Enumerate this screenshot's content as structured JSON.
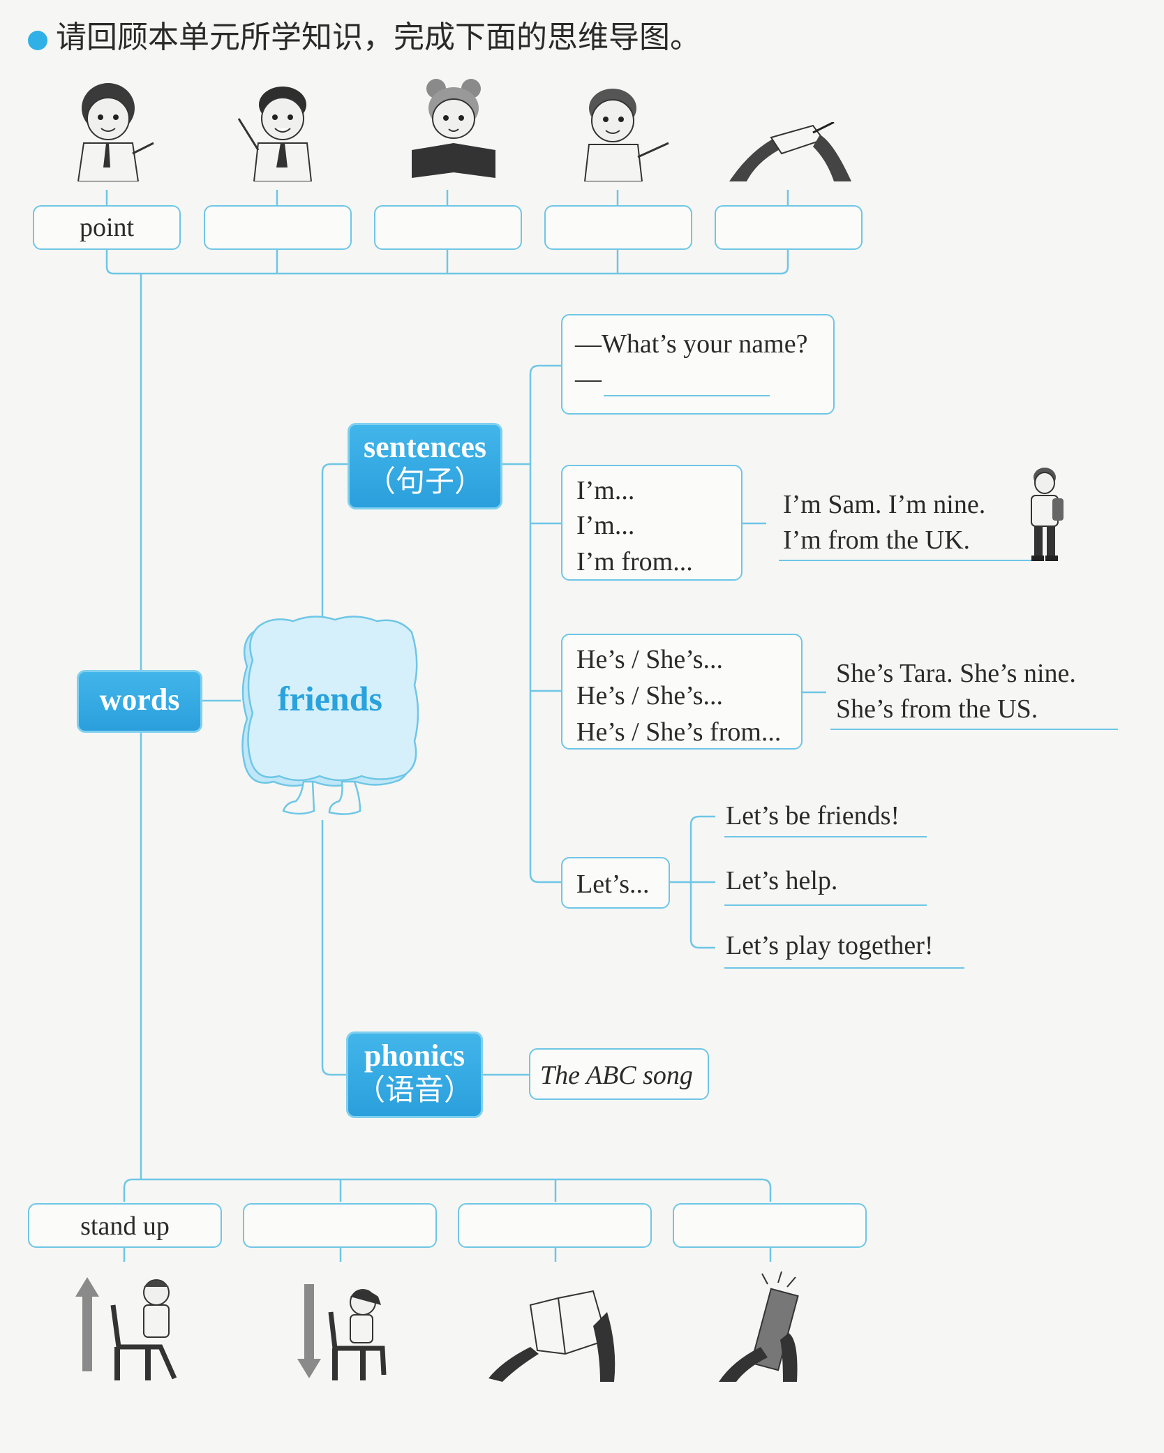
{
  "instruction": "请回顾本单元所学知识，完成下面的思维导图。",
  "center": {
    "label": "friends"
  },
  "words": {
    "label": "words",
    "top_boxes": [
      "point",
      "",
      "",
      "",
      ""
    ],
    "bottom_boxes": [
      "stand up",
      "",
      "",
      ""
    ]
  },
  "sentences": {
    "label": "sentences",
    "sub": "（句子）",
    "q1": {
      "line1": "—What’s your name?",
      "line2": "—"
    },
    "im_box": [
      "I’m...",
      "I’m...",
      "I’m from..."
    ],
    "im_example": [
      "I’m Sam. I’m nine.",
      "I’m from the UK."
    ],
    "he_box": [
      "He’s / She’s...",
      "He’s / She’s...",
      "He’s / She’s from..."
    ],
    "he_example": [
      "She’s Tara. She’s nine.",
      "She’s from the US."
    ],
    "lets_box": "Let’s...",
    "lets_items": [
      "Let’s be friends!",
      "Let’s help.",
      "Let’s play together!"
    ]
  },
  "phonics": {
    "label": "phonics",
    "sub": "（语音）",
    "item": "The ABC song"
  },
  "colors": {
    "accent": "#2fb0e6",
    "line": "#6ec6e6",
    "cloud": "#d5f0fb"
  }
}
